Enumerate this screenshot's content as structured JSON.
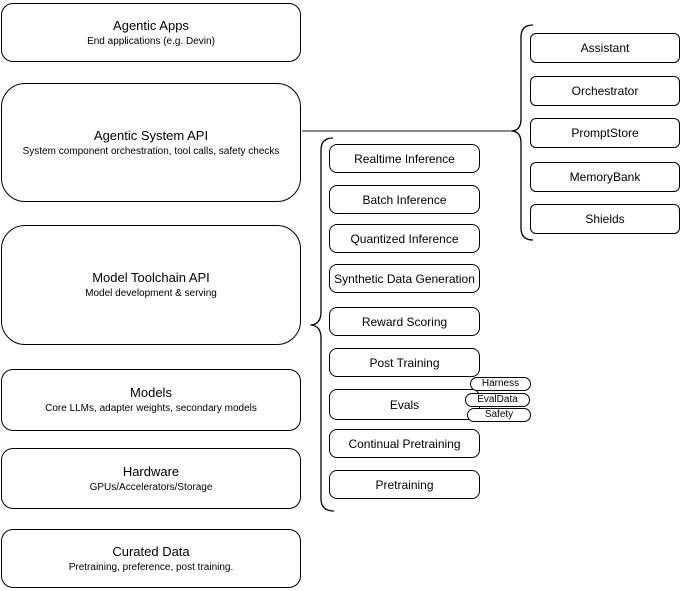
{
  "diagram": {
    "background": "#ffffff",
    "stroke_color": "#000000",
    "connector_color": "#444444"
  },
  "left_column": [
    {
      "title": "Agentic Apps",
      "subtitle": "End applications (e.g. Devin)"
    },
    {
      "title": "Agentic System API",
      "subtitle": "System component orchestration, tool calls, safety checks"
    },
    {
      "title": "Model Toolchain API",
      "subtitle": "Model development & serving"
    },
    {
      "title": "Models",
      "subtitle": "Core LLMs, adapter weights, secondary models"
    },
    {
      "title": "Hardware",
      "subtitle": "GPUs/Accelerators/Storage"
    },
    {
      "title": "Curated Data",
      "subtitle": "Pretraining, preference, post training."
    }
  ],
  "toolchain_items": [
    "Realtime Inference",
    "Batch Inference",
    "Quantized Inference",
    "Synthetic Data Generation",
    "Reward Scoring",
    "Post Training",
    "Evals",
    "Continual Pretraining",
    "Pretraining"
  ],
  "eval_pills": [
    "Harness",
    "EvalData",
    "Safety"
  ],
  "system_components": [
    "Assistant",
    "Orchestrator",
    "PromptStore",
    "MemoryBank",
    "Shields"
  ]
}
